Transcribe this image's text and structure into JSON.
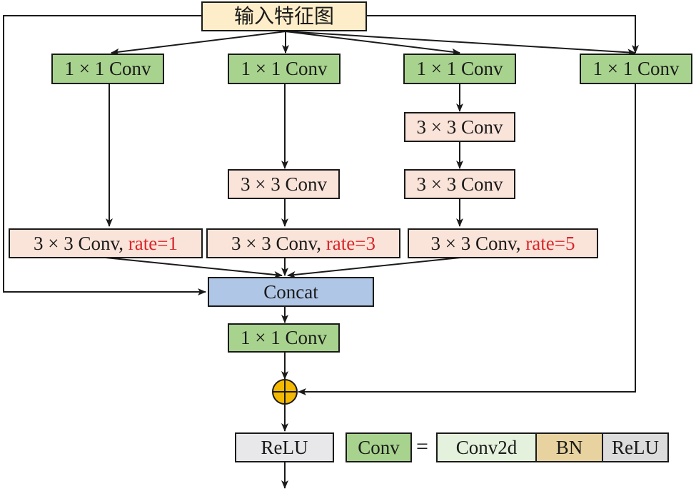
{
  "input": {
    "label": "输入特征图"
  },
  "branches": [
    {
      "conv1": "1 × 1 Conv",
      "dilated": {
        "prefix": "3 × 3 Conv, ",
        "rate": "rate=1"
      }
    },
    {
      "conv1": "1 × 1 Conv",
      "mid": [
        "3 × 3 Conv"
      ],
      "dilated": {
        "prefix": "3 × 3 Conv, ",
        "rate": "rate=3"
      }
    },
    {
      "conv1": "1 × 1 Conv",
      "mid": [
        "3 × 3 Conv",
        "3 × 3 Conv"
      ],
      "dilated": {
        "prefix": "3 × 3 Conv, ",
        "rate": "rate=5"
      }
    },
    {
      "conv1": "1 × 1 Conv"
    }
  ],
  "concat": {
    "label": "Concat"
  },
  "post_conv": {
    "label": "1 × 1 Conv"
  },
  "add_symbol": "⊕",
  "relu": {
    "label": "ReLU"
  },
  "legend": {
    "conv": "Conv",
    "equals": "=",
    "parts": [
      "Conv2d",
      "BN",
      "ReLU"
    ]
  },
  "colors": {
    "input": "#fdeec9",
    "conv1x1": "#a8d38e",
    "conv3x3": "#fae3d8",
    "concat": "#b0c6e6",
    "relu": "#e8e8ea",
    "conv2d": "#e4f1dc",
    "bn": "#e8d3a0",
    "legend_relu": "#dcdcdc",
    "add": "#f5b800",
    "rate_text": "#d9262c"
  }
}
